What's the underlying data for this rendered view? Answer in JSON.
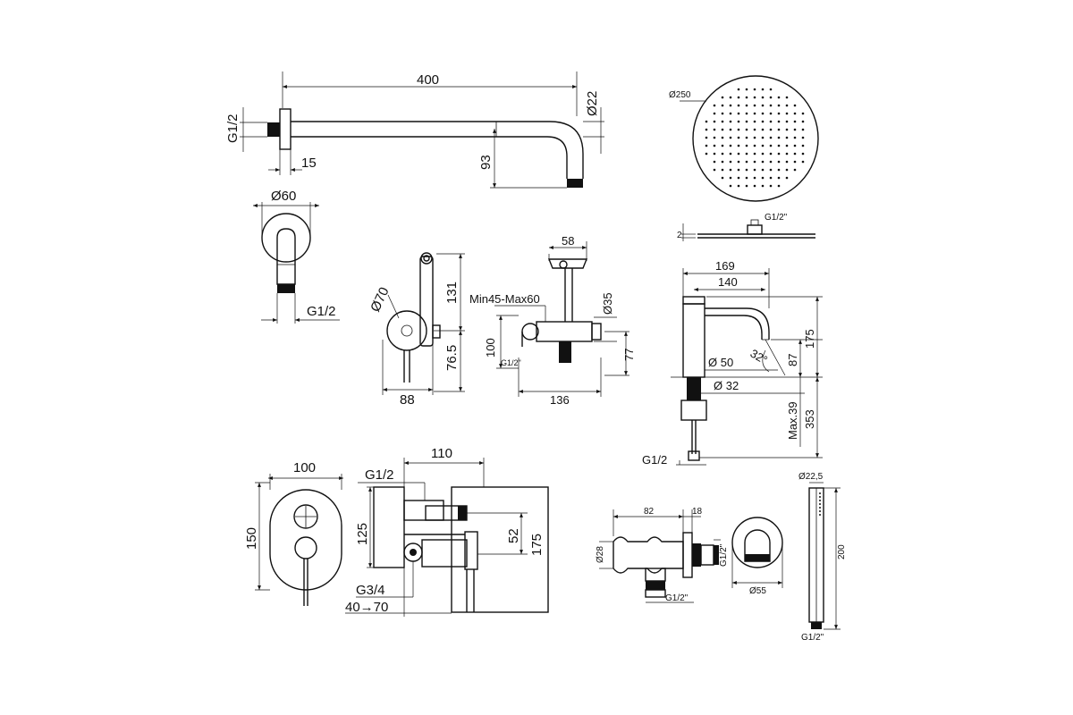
{
  "shower_arm": {
    "length": "400",
    "thread": "G1/2",
    "flange": "15",
    "drop": "93",
    "pipe_diameter": "Ø22"
  },
  "wall_elbow": {
    "diameter": "Ø60",
    "thread": "G1/2"
  },
  "head": {
    "diameter": "Ø250",
    "thread": "G1/2\"",
    "thickness": "2"
  },
  "bidet_shower_side": {
    "rosette": "Ø70",
    "height": "131",
    "center": "76.5",
    "depth": "88"
  },
  "bidet_shower_front": {
    "head_width": "58",
    "wall_range": "Min45-Max60",
    "diameter": "Ø35",
    "height": "100",
    "thread": "G1/2\"",
    "width": "136",
    "lower": "77"
  },
  "basin_mixer": {
    "reach_total": "169",
    "reach": "140",
    "angle": "32°",
    "body": "Ø 50",
    "base": "Ø 32",
    "height": "175",
    "spout": "87",
    "thickness": "Max.39",
    "hose": "353",
    "thread": "G1/2"
  },
  "concealed_mixer": {
    "plate_width": "100",
    "plate_height": "150",
    "depth": "110",
    "inlet": "G1/2",
    "box_height": "125",
    "center": "52",
    "total": "175",
    "outlet": "G3/4",
    "range": "40→70"
  },
  "wall_outlet": {
    "length": "82",
    "flange": "18",
    "diameter": "Ø28",
    "thread_side": "G1/2\"",
    "thread_bottom": "G1/2\""
  },
  "outlet_front": {
    "diameter": "Ø55"
  },
  "hand_shower": {
    "diameter": "Ø22,5",
    "length": "200",
    "thread": "G1/2\""
  }
}
